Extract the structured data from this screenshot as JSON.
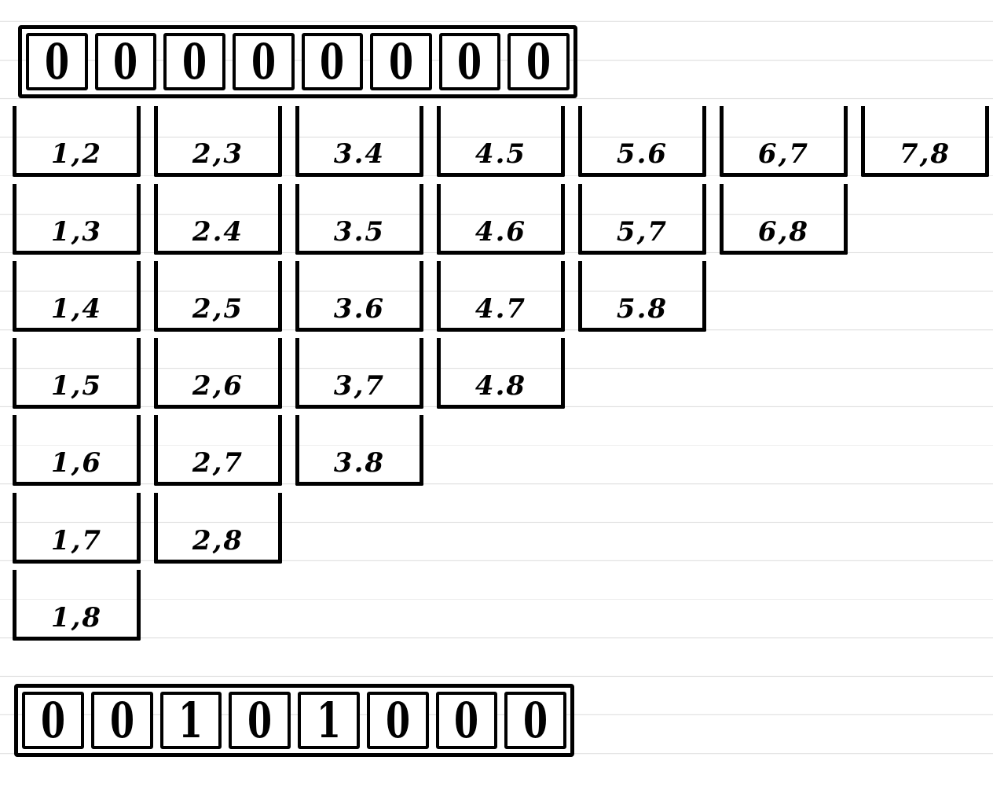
{
  "colors": {
    "ink": "#000000",
    "ruled_line": "#dedede",
    "background": "#ffffff"
  },
  "top_array": {
    "cells": [
      "0",
      "0",
      "0",
      "0",
      "0",
      "0",
      "0",
      "0"
    ]
  },
  "bucket_rows": [
    {
      "buckets": [
        "1,2",
        "2,3",
        "3.4",
        "4.5",
        "5.6",
        "6,7",
        "7,8"
      ]
    },
    {
      "buckets": [
        "1,3",
        "2.4",
        "3.5",
        "4.6",
        "5,7",
        "6,8"
      ]
    },
    {
      "buckets": [
        "1,4",
        "2,5",
        "3.6",
        "4.7",
        "5.8"
      ]
    },
    {
      "buckets": [
        "1,5",
        "2,6",
        "3,7",
        "4.8"
      ]
    },
    {
      "buckets": [
        "1,6",
        "2,7",
        "3.8"
      ]
    },
    {
      "buckets": [
        "1,7",
        "2,8"
      ]
    },
    {
      "buckets": [
        "1,8"
      ]
    }
  ],
  "bottom_array": {
    "cells": [
      "0",
      "0",
      "1",
      "0",
      "1",
      "0",
      "0",
      "0"
    ]
  }
}
